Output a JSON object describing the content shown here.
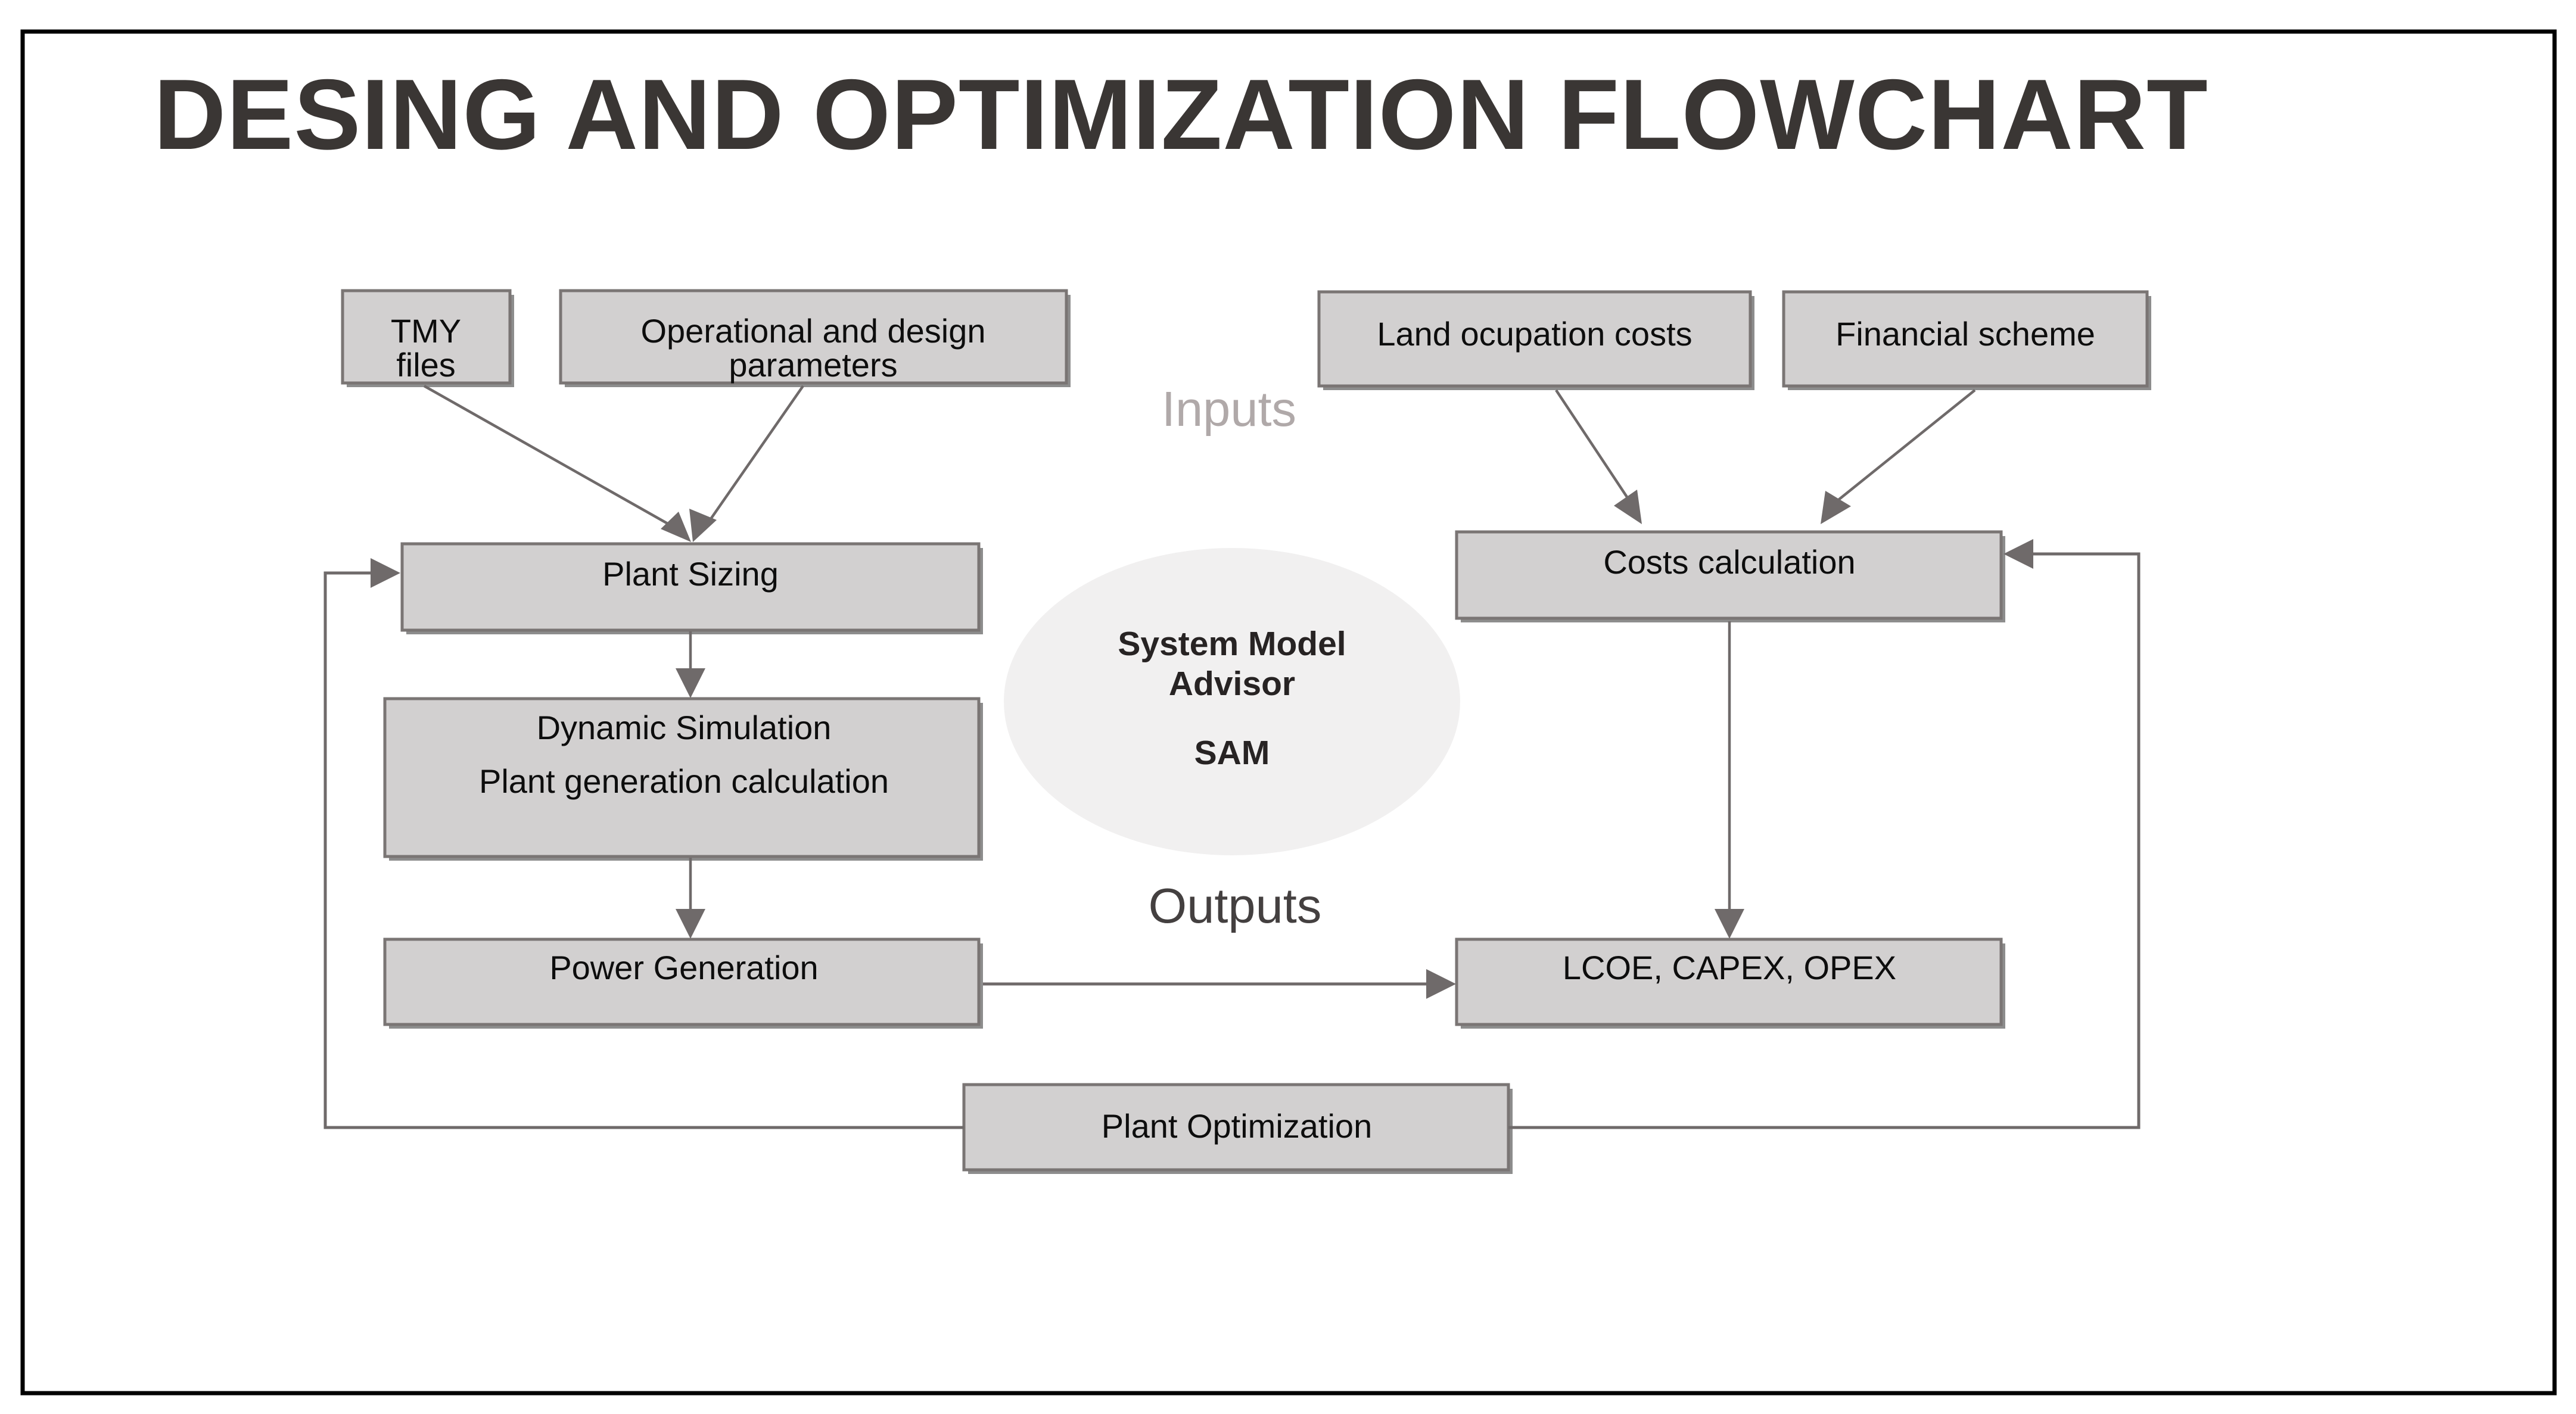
{
  "page": {
    "title": "DESING AND OPTIMIZATION FLOWCHART",
    "frame_color": "#000000",
    "background": "#ffffff"
  },
  "section_labels": {
    "inputs": "Inputs",
    "outputs": "Outputs"
  },
  "colors": {
    "node_fill": "#d2d0d0",
    "node_stroke": "#7a7574",
    "node_shadow": "#8d8d8d",
    "connector": "#6f6a6a",
    "title_text": "#3a3634",
    "inputs_label": "#b0a9a9",
    "outputs_label": "#444040",
    "ellipse_fill": "#f1f0f0",
    "ellipse_text": "#272323"
  },
  "nodes": {
    "tmy_files": {
      "line1": "TMY",
      "line2": "files"
    },
    "operational_parameters": {
      "line1": "Operational and design",
      "line2": "parameters"
    },
    "land_ocupation_costs": {
      "label": "Land ocupation costs"
    },
    "financial_scheme": {
      "label": "Financial scheme"
    },
    "plant_sizing": {
      "label": "Plant Sizing"
    },
    "dynamic_simulation": {
      "line1": "Dynamic Simulation",
      "line2": "Plant generation calculation"
    },
    "power_generation": {
      "label": "Power Generation"
    },
    "costs_calculation": {
      "label": "Costs calculation"
    },
    "lcoe_capex_opex": {
      "label": "LCOE, CAPEX, OPEX"
    },
    "plant_optimization": {
      "label": "Plant Optimization"
    },
    "sam_ellipse": {
      "line1": "System Model",
      "line2": "Advisor",
      "line3": "SAM"
    }
  },
  "chart_data": {
    "type": "diagram",
    "title": "DESING AND OPTIMIZATION FLOWCHART",
    "groups": [
      {
        "name": "Inputs",
        "members": [
          "TMY files",
          "Operational and design parameters",
          "Land ocupation costs",
          "Financial scheme"
        ]
      },
      {
        "name": "Outputs",
        "members": [
          "Power Generation",
          "LCOE, CAPEX, OPEX"
        ]
      }
    ],
    "nodes": [
      {
        "id": "tmy_files",
        "label": "TMY files",
        "shape": "rect"
      },
      {
        "id": "operational_parameters",
        "label": "Operational and design parameters",
        "shape": "rect"
      },
      {
        "id": "land_ocupation_costs",
        "label": "Land ocupation costs",
        "shape": "rect"
      },
      {
        "id": "financial_scheme",
        "label": "Financial scheme",
        "shape": "rect"
      },
      {
        "id": "plant_sizing",
        "label": "Plant Sizing",
        "shape": "rect"
      },
      {
        "id": "dynamic_simulation",
        "label": "Dynamic Simulation / Plant generation calculation",
        "shape": "rect"
      },
      {
        "id": "power_generation",
        "label": "Power Generation",
        "shape": "rect"
      },
      {
        "id": "costs_calculation",
        "label": "Costs calculation",
        "shape": "rect"
      },
      {
        "id": "lcoe_capex_opex",
        "label": "LCOE, CAPEX, OPEX",
        "shape": "rect"
      },
      {
        "id": "plant_optimization",
        "label": "Plant Optimization",
        "shape": "rect"
      },
      {
        "id": "sam_ellipse",
        "label": "System Model Advisor SAM",
        "shape": "ellipse"
      }
    ],
    "edges": [
      {
        "from": "tmy_files",
        "to": "plant_sizing",
        "arrow": true
      },
      {
        "from": "operational_parameters",
        "to": "plant_sizing",
        "arrow": true
      },
      {
        "from": "land_ocupation_costs",
        "to": "costs_calculation",
        "arrow": true
      },
      {
        "from": "financial_scheme",
        "to": "costs_calculation",
        "arrow": true
      },
      {
        "from": "plant_sizing",
        "to": "dynamic_simulation",
        "arrow": true
      },
      {
        "from": "dynamic_simulation",
        "to": "power_generation",
        "arrow": true
      },
      {
        "from": "power_generation",
        "to": "lcoe_capex_opex",
        "arrow": true
      },
      {
        "from": "costs_calculation",
        "to": "lcoe_capex_opex",
        "arrow": true
      },
      {
        "from": "plant_optimization",
        "to": "plant_sizing",
        "arrow": true,
        "routing": "left-loop"
      },
      {
        "from": "plant_optimization",
        "to": "costs_calculation",
        "arrow": true,
        "routing": "right-loop"
      }
    ]
  }
}
